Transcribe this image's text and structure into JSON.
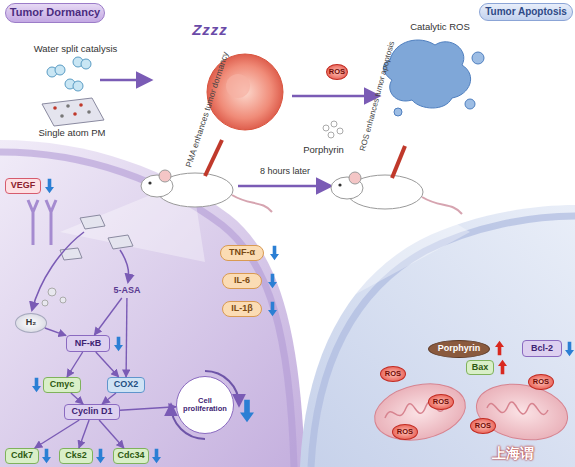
{
  "diagram": {
    "nodes": [
      {
        "text": [
          "Tumor Dormancy"
        ]
      },
      {
        "text": [
          "Tumor Apoptosis"
        ]
      },
      {
        "text": [
          "ROS"
        ]
      },
      {
        "text": [
          "VEGF"
        ]
      },
      {
        "text": [
          "TNF-α"
        ]
      },
      {
        "text": [
          "IL-6"
        ]
      },
      {
        "text": [
          "IL-1β"
        ]
      },
      {
        "text": [
          "5-ASA"
        ]
      },
      {
        "text": [
          "H₂"
        ]
      },
      {
        "text": [
          "NF-κB"
        ]
      },
      {
        "text": [
          "Cmyc"
        ]
      },
      {
        "text": [
          "COX2"
        ]
      },
      {
        "text": [
          "Cyclin D1"
        ]
      },
      {
        "text": [
          "Cell proliferation"
        ]
      },
      {
        "text": [
          "Cdk7"
        ]
      },
      {
        "text": [
          "Cks2"
        ]
      },
      {
        "text": [
          "Cdc34"
        ]
      },
      {
        "text": [
          "Porphyrin"
        ]
      },
      {
        "text": [
          "Bcl-2"
        ]
      },
      {
        "text": [
          "Bax"
        ]
      },
      {
        "text": [
          "ROS"
        ]
      },
      {
        "text": [
          "ROS"
        ]
      },
      {
        "text": [
          "ROS"
        ]
      },
      {
        "text": [
          "ROS"
        ]
      },
      {
        "text": [
          "ROS"
        ]
      }
    ],
    "edges": [
      {
        "from": 8,
        "to": 9,
        "arrow": "to"
      },
      {
        "from": 7,
        "to": 9,
        "arrow": "to"
      },
      {
        "from": 7,
        "to": 11,
        "arrow": "to"
      },
      {
        "from": 9,
        "to": 10,
        "arrow": "to"
      },
      {
        "from": 9,
        "to": 11,
        "arrow": "to"
      },
      {
        "from": 10,
        "to": 12,
        "arrow": "to"
      },
      {
        "from": 11,
        "to": 12,
        "arrow": "to"
      },
      {
        "from": 12,
        "to": 14,
        "arrow": "to"
      },
      {
        "from": 12,
        "to": 15,
        "arrow": "to"
      },
      {
        "from": 12,
        "to": 16,
        "arrow": "to"
      },
      {
        "from": 12,
        "to": 13,
        "arrow": "to"
      }
    ],
    "labels": [
      "Water split catalysis",
      "Single atom PM",
      "Zzzz",
      "PMA enhances tumor dormancy",
      "Catalytic ROS",
      "ROS enhances tumor apoptosis",
      "Porphyrin",
      "8 hours later",
      "上海谓"
    ]
  }
}
